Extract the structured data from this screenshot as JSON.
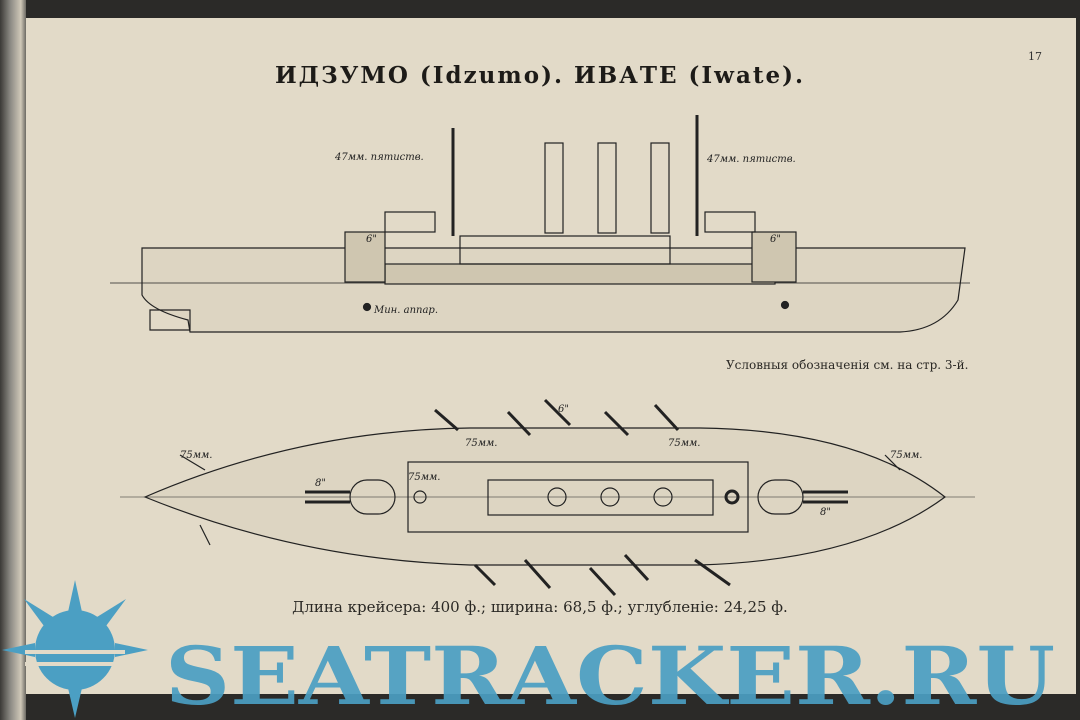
{
  "page_number": "17",
  "title": "ИДЗУМО (Idzumo). ИВАТЕ (Iwate).",
  "legend_note": "Условныя обозначенія  см. на стр. 3-й.",
  "dimensions": "Длина крейсера: 400 ф.; ширина: 68,5 ф.; углубленіе: 24,25 ф.",
  "labels": {
    "gun47_left": "47мм. пятиств.",
    "gun47_right": "47мм. пятиств.",
    "torpedo": "Мин. аппар.",
    "gun6": "6\"",
    "gun8": "8\"",
    "gun75": "75мм."
  },
  "watermark": "SEATRACKER.RU",
  "colors": {
    "paper": "#e2dac8",
    "ink": "#222222",
    "watermark": "#4b9fc3"
  }
}
